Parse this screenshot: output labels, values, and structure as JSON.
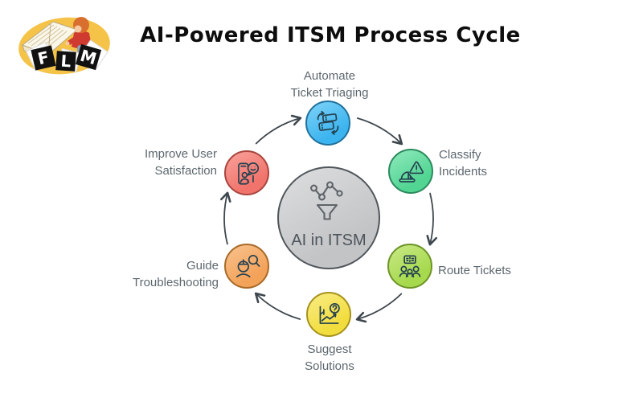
{
  "title": "AI-Powered ITSM Process Cycle",
  "logo": {
    "letters": [
      "F",
      "L",
      "M"
    ]
  },
  "center": {
    "label": "AI in ITSM",
    "icon": "ai-funnel-icon",
    "colors": {
      "light": "#dddedf",
      "fill": "#c3c4c6",
      "border": "#50565b"
    }
  },
  "nodes": [
    {
      "id": "automate-ticket-triaging",
      "label": "Automate\nTicket Triaging",
      "icon": "ticket-sync-icon",
      "colors": {
        "light": "#7fd3f8",
        "fill": "#3cb4ef",
        "border": "#20719c"
      }
    },
    {
      "id": "classify-incidents",
      "label": "Classify\nIncidents",
      "icon": "alert-triangle-sort-icon",
      "colors": {
        "light": "#90e9bd",
        "fill": "#52d593",
        "border": "#2b8a5e"
      }
    },
    {
      "id": "route-tickets",
      "label": "Route Tickets",
      "icon": "ticket-people-icon",
      "colors": {
        "light": "#c9e987",
        "fill": "#a6d94d",
        "border": "#6d9427"
      }
    },
    {
      "id": "suggest-solutions",
      "label": "Suggest\nSolutions",
      "icon": "chart-question-icon",
      "colors": {
        "light": "#f9ec85",
        "fill": "#f2dd3e",
        "border": "#a6921c"
      }
    },
    {
      "id": "guide-troubleshooting",
      "label": "Guide\nTroubleshooting",
      "icon": "person-search-icon",
      "colors": {
        "light": "#f8c38f",
        "fill": "#f3a259",
        "border": "#a86a28"
      }
    },
    {
      "id": "improve-user-satisfaction",
      "label": "Improve User\nSatisfaction",
      "icon": "phone-feedback-icon",
      "colors": {
        "light": "#f8a29b",
        "fill": "#f1746c",
        "border": "#a8453e"
      }
    }
  ],
  "arrows": {
    "direction": "clockwise",
    "color": "#3e474e"
  }
}
